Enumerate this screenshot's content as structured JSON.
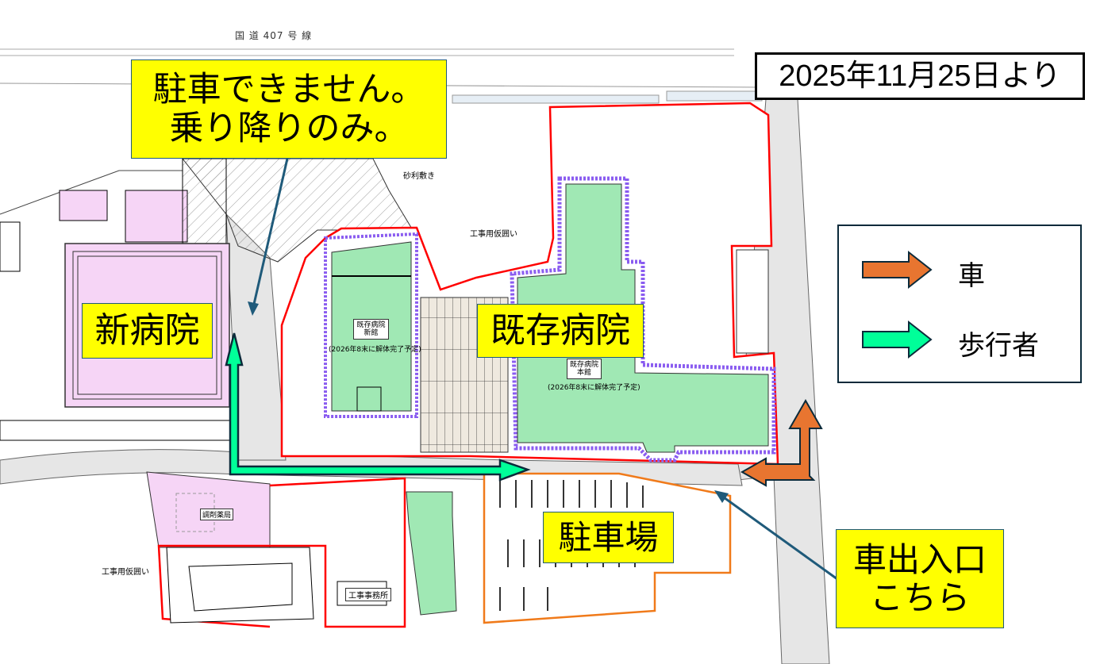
{
  "road_name": "国 道 407 号 線",
  "date_banner": "2025年11月25日より",
  "no_parking_callout": {
    "line1": "駐車できません。",
    "line2": "乗り降りのみ。"
  },
  "labels": {
    "new_hospital": "新病院",
    "existing_hospital": "既存病院",
    "parking": "駐車場",
    "entrance_line1": "車出入口",
    "entrance_line2": "こちら"
  },
  "legend": {
    "items": [
      {
        "label": "車",
        "icon": "orange-arrow-icon",
        "color": "#e87530"
      },
      {
        "label": "歩行者",
        "icon": "green-arrow-icon",
        "color": "#00ff99"
      }
    ]
  },
  "map_notes": {
    "gravel": "砂利敷き",
    "temp_fence_1": "工事用仮囲い",
    "temp_fence_2": "工事用仮囲い",
    "annex_name_1": "既存病院",
    "annex_name_2": "新館",
    "annex_demolition": "(2026年8末に解体完了予定)",
    "main_name_1": "既存病院",
    "main_name_2": "本館",
    "main_demolition": "(2026年8末に解体完了予定)",
    "pharmacy": "調剤薬局",
    "site_office": "工事事務所"
  },
  "colors": {
    "car": "#e87530",
    "pedestrian": "#00ff99",
    "callout": "#ffff00",
    "fence": "#ff0000",
    "parking_border": "#f07a1a"
  }
}
